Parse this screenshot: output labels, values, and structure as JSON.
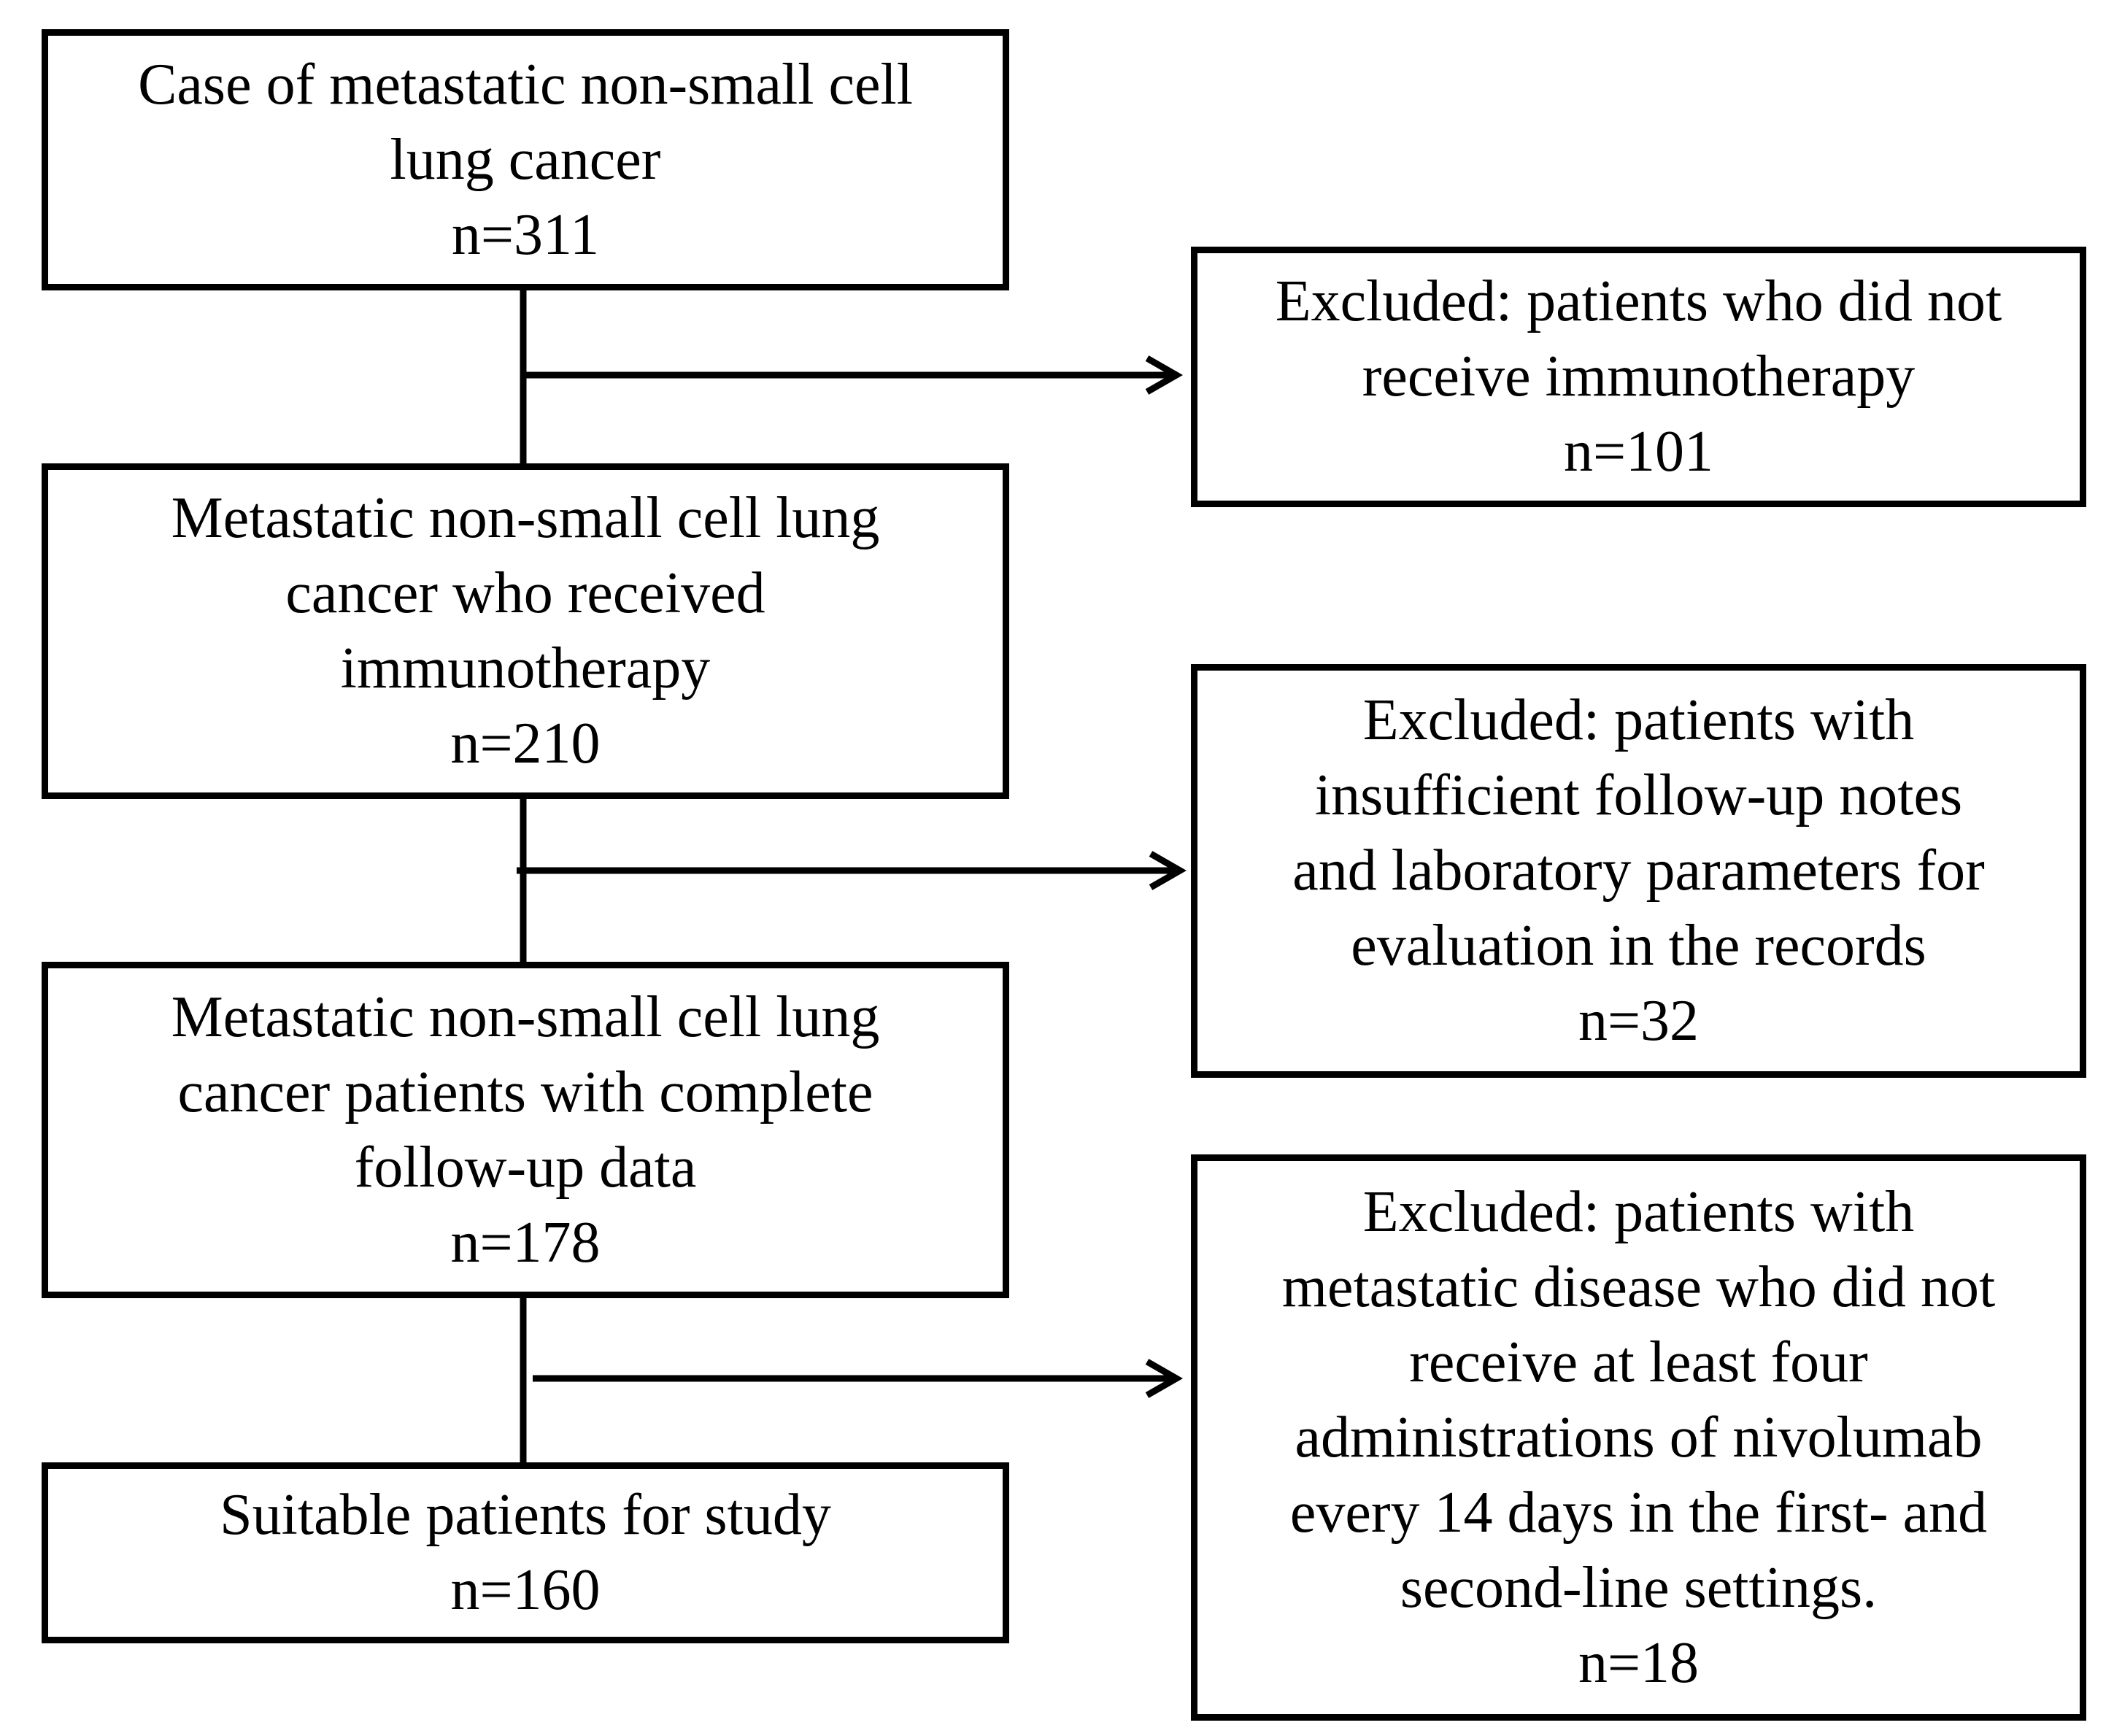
{
  "flow": {
    "main": [
      {
        "lines": [
          "Case of metastatic non-small cell",
          "lung cancer"
        ],
        "count": "n=311"
      },
      {
        "lines": [
          "Metastatic non-small cell lung",
          "cancer who received",
          "immunotherapy"
        ],
        "count": "n=210"
      },
      {
        "lines": [
          "Metastatic non-small cell lung",
          "cancer patients with complete",
          "follow-up data"
        ],
        "count": "n=178"
      },
      {
        "lines": [
          "Suitable patients for study"
        ],
        "count": "n=160"
      }
    ],
    "excluded": [
      {
        "lines": [
          "Excluded: patients who did not",
          "receive immunotherapy"
        ],
        "count": "n=101"
      },
      {
        "lines": [
          "Excluded: patients with",
          "insufficient follow-up notes",
          "and laboratory parameters for",
          "evaluation in the records"
        ],
        "count": "n=32"
      },
      {
        "lines": [
          "Excluded: patients with",
          "metastatic disease who did not",
          "receive at least four",
          "administrations of nivolumab",
          "every 14 days in the first- and",
          "second-line settings."
        ],
        "count": "n=18"
      }
    ]
  }
}
